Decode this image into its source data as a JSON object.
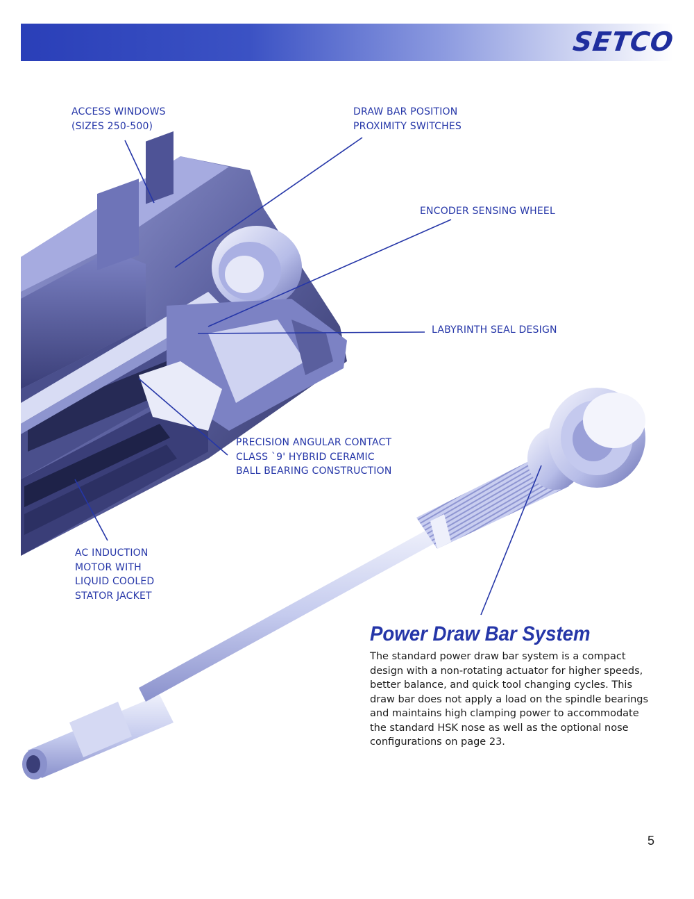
{
  "header": {
    "logo_text": "SETCO",
    "banner_color": "#2a3fb8"
  },
  "callouts": {
    "access_windows": [
      "ACCESS WINDOWS",
      "(SIZES 250-500)"
    ],
    "draw_bar_position": [
      "DRAW BAR POSITION",
      "PROXIMITY SWITCHES"
    ],
    "encoder": [
      "ENCODER SENSING WHEEL"
    ],
    "labyrinth": [
      "LABYRINTH SEAL DESIGN"
    ],
    "precision": [
      "PRECISION ANGULAR CONTACT",
      "CLASS `9' HYBRID CERAMIC",
      "BALL BEARING CONSTRUCTION"
    ],
    "ac_induction": [
      "AC INDUCTION",
      "MOTOR WITH",
      "LIQUID COOLED",
      "STATOR JACKET"
    ]
  },
  "section": {
    "title": "Power Draw Bar System",
    "body": "The standard power draw bar system is a compact design with a non-rotating actuator for higher speeds, better balance, and quick tool changing cycles. This draw bar does not apply a load on the spindle bearings and maintains high clamping power to accommodate the standard HSK nose as well as the optional nose configurations on page 23."
  },
  "page_number": "5",
  "colors": {
    "accent": "#2536a8",
    "illustration_dark": "#3a3f7a",
    "illustration_light": "#c9cdef"
  }
}
